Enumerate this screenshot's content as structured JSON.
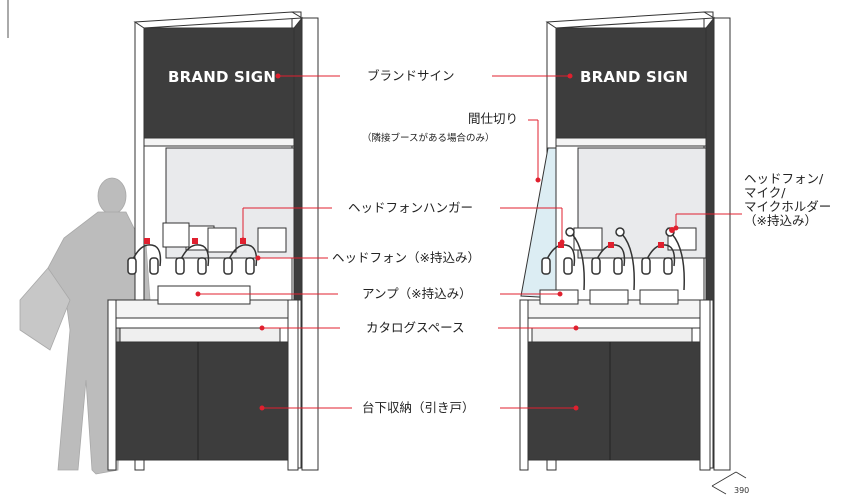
{
  "colors": {
    "accent": "#e0202f",
    "panel": "#3c3c3c",
    "frame_fill": "#ffffff",
    "frame_stroke": "#333333",
    "person": "#b9b9b9",
    "mirror": "#e9eaec",
    "partition": "#dcedf3"
  },
  "left_display": {
    "brand_sign": "BRAND SIGN"
  },
  "right_display": {
    "brand_sign": "BRAND SIGN"
  },
  "labels": {
    "brand_sign": "ブランドサイン",
    "partition": "間仕切り",
    "partition_note": "（隣接ブースがある場合のみ）",
    "headphone_hanger": "ヘッドフォンハンガー",
    "headphone": "ヘッドフォン（※持込み）",
    "amp": "アンプ（※持込み）",
    "catalog_space": "カタログスペース",
    "storage": "台下収納（引き戸）",
    "mic_holder": "ヘッドフォン/\nマイク/\nマイクホルダー\n（※持込み）"
  },
  "dimension": "390"
}
